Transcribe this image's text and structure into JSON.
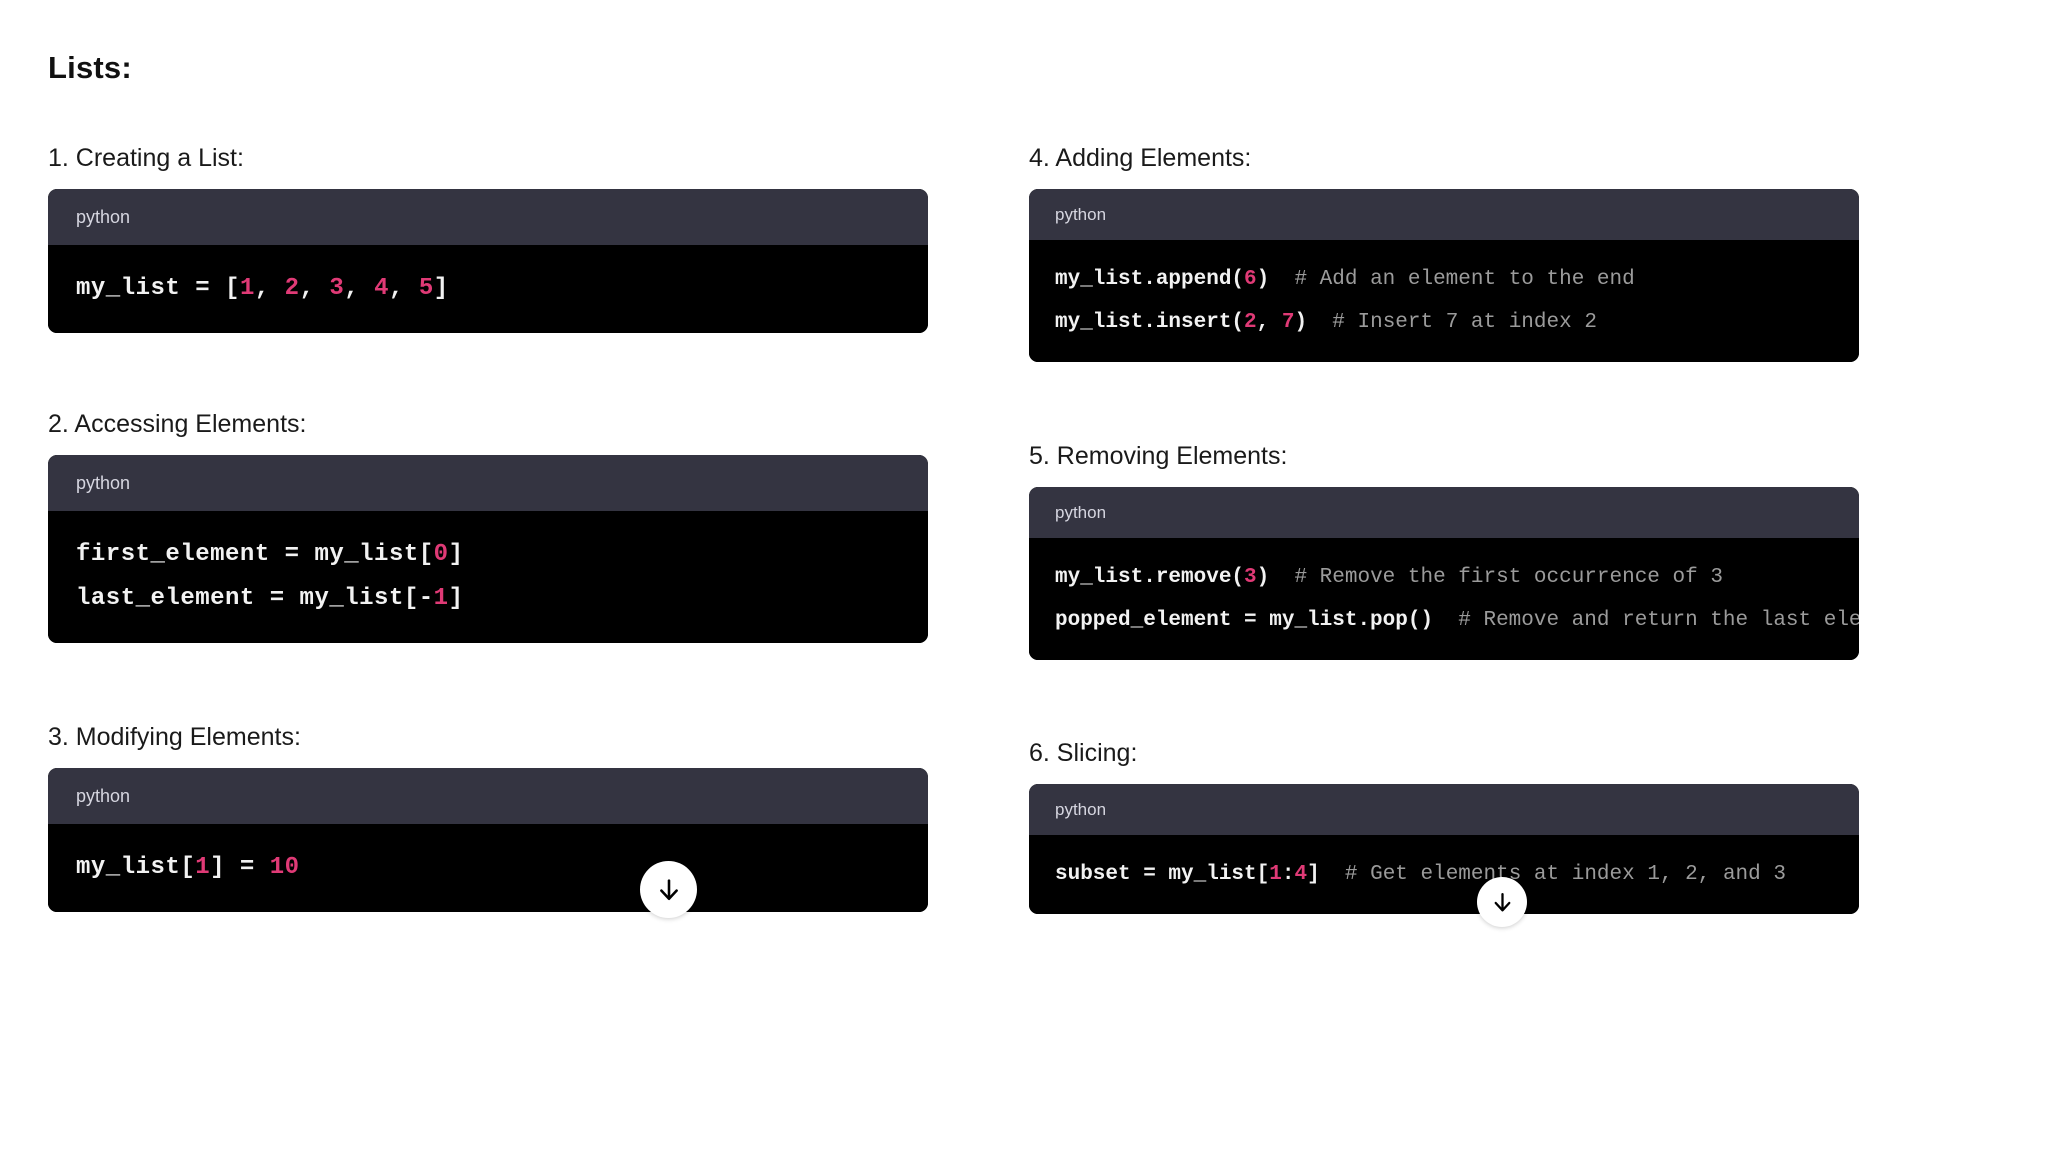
{
  "page": {
    "title": "Lists:",
    "background_color": "#ffffff",
    "text_color": "#1a1a1a",
    "code_bg": "#000000",
    "code_header_bg": "#343441",
    "number_token_color": "#e03a76",
    "comment_token_color": "#9b9b9b",
    "code_text_color": "#f2f2f2"
  },
  "left_column": {
    "sections": [
      {
        "heading": "1. Creating a List:",
        "language_label": "python",
        "lines": [
          [
            {
              "t": "my_list = [",
              "k": "plain"
            },
            {
              "t": "1",
              "k": "num"
            },
            {
              "t": ", ",
              "k": "plain"
            },
            {
              "t": "2",
              "k": "num"
            },
            {
              "t": ", ",
              "k": "plain"
            },
            {
              "t": "3",
              "k": "num"
            },
            {
              "t": ", ",
              "k": "plain"
            },
            {
              "t": "4",
              "k": "num"
            },
            {
              "t": ", ",
              "k": "plain"
            },
            {
              "t": "5",
              "k": "num"
            },
            {
              "t": "]",
              "k": "plain"
            }
          ]
        ]
      },
      {
        "heading": "2. Accessing Elements:",
        "language_label": "python",
        "lines": [
          [
            {
              "t": "first_element = my_list[",
              "k": "plain"
            },
            {
              "t": "0",
              "k": "num"
            },
            {
              "t": "]",
              "k": "plain"
            }
          ],
          [
            {
              "t": "last_element = my_list[-",
              "k": "plain"
            },
            {
              "t": "1",
              "k": "num"
            },
            {
              "t": "]",
              "k": "plain"
            }
          ]
        ]
      },
      {
        "heading": "3. Modifying Elements:",
        "language_label": "python",
        "lines": [
          [
            {
              "t": "my_list[",
              "k": "plain"
            },
            {
              "t": "1",
              "k": "num"
            },
            {
              "t": "] = ",
              "k": "plain"
            },
            {
              "t": "10",
              "k": "num"
            }
          ]
        ]
      }
    ]
  },
  "right_column": {
    "sections": [
      {
        "heading": "4. Adding Elements:",
        "language_label": "python",
        "lines": [
          [
            {
              "t": "my_list.append(",
              "k": "plain"
            },
            {
              "t": "6",
              "k": "num"
            },
            {
              "t": ")  ",
              "k": "plain"
            },
            {
              "t": "# Add an element to the end",
              "k": "com"
            }
          ],
          [
            {
              "t": "my_list.insert(",
              "k": "plain"
            },
            {
              "t": "2",
              "k": "num"
            },
            {
              "t": ", ",
              "k": "plain"
            },
            {
              "t": "7",
              "k": "num"
            },
            {
              "t": ")  ",
              "k": "plain"
            },
            {
              "t": "# Insert 7 at index 2",
              "k": "com"
            }
          ]
        ]
      },
      {
        "heading": "5. Removing Elements:",
        "language_label": "python",
        "lines": [
          [
            {
              "t": "my_list.remove(",
              "k": "plain"
            },
            {
              "t": "3",
              "k": "num"
            },
            {
              "t": ")  ",
              "k": "plain"
            },
            {
              "t": "# Remove the first occurrence of 3",
              "k": "com"
            }
          ],
          [
            {
              "t": "popped_element = my_list.pop()  ",
              "k": "plain"
            },
            {
              "t": "# Remove and return the last element",
              "k": "com"
            }
          ]
        ]
      },
      {
        "heading": "6. Slicing:",
        "language_label": "python",
        "lines": [
          [
            {
              "t": "subset = my_list[",
              "k": "plain"
            },
            {
              "t": "1",
              "k": "num"
            },
            {
              "t": ":",
              "k": "plain"
            },
            {
              "t": "4",
              "k": "num"
            },
            {
              "t": "]  ",
              "k": "plain"
            },
            {
              "t": "# Get elements at index 1, 2, and 3",
              "k": "com"
            }
          ]
        ]
      }
    ]
  },
  "scroll_buttons": [
    {
      "name": "scroll-down-button-left",
      "icon": "arrow-down-icon",
      "label": "↓"
    },
    {
      "name": "scroll-down-button-right",
      "icon": "arrow-down-icon",
      "label": "↓"
    }
  ]
}
